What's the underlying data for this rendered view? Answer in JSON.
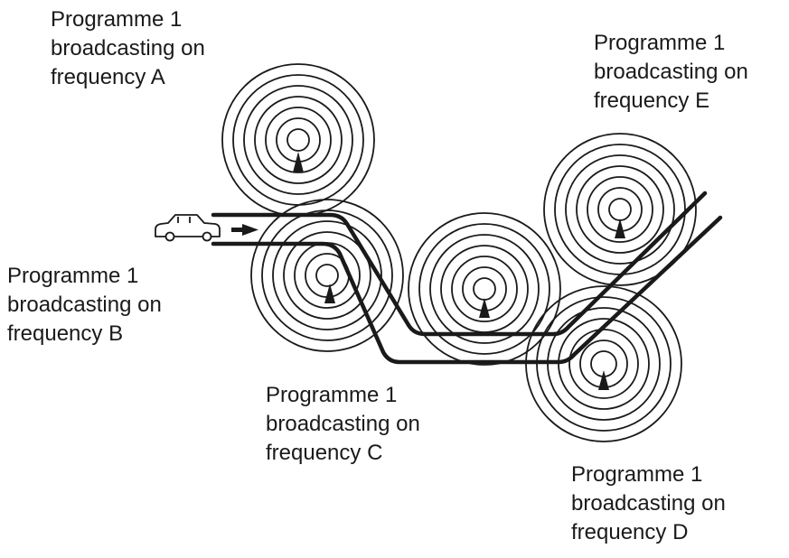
{
  "transmitters": [
    {
      "id": "A",
      "label_lines": [
        "Programme 1",
        "broadcasting on",
        "frequency A"
      ]
    },
    {
      "id": "B",
      "label_lines": [
        "Programme 1",
        "broadcasting on",
        "frequency B"
      ]
    },
    {
      "id": "C",
      "label_lines": [
        "Programme 1",
        "broadcasting on",
        "frequency C"
      ]
    },
    {
      "id": "D",
      "label_lines": [
        "Programme 1",
        "broadcasting on",
        "frequency D"
      ]
    },
    {
      "id": "E",
      "label_lines": [
        "Programme 1",
        "broadcasting on",
        "frequency E"
      ]
    }
  ],
  "colors": {
    "ink": "#1a1a1a",
    "background": "#ffffff"
  },
  "icons": {
    "vehicle": "car-icon",
    "direction": "arrow-right-icon",
    "transmitter": "transmitter-icon"
  }
}
